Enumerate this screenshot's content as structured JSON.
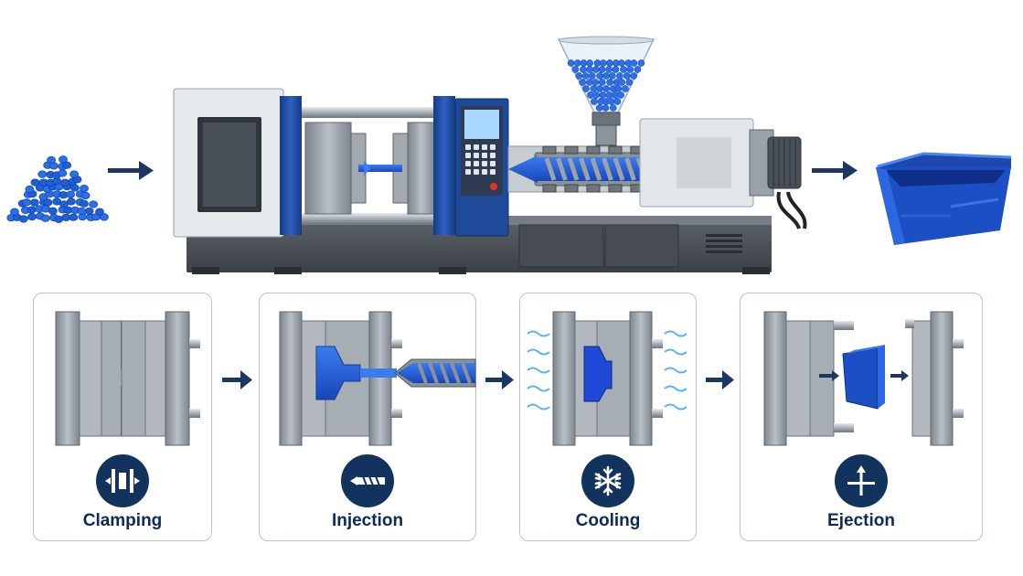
{
  "steps": [
    {
      "label": "Clamping",
      "icon": "clamp-icon"
    },
    {
      "label": "Injection",
      "icon": "injection-screw-icon"
    },
    {
      "label": "Cooling",
      "icon": "snowflake-icon"
    },
    {
      "label": "Ejection",
      "icon": "eject-icon"
    }
  ],
  "colors": {
    "navy": "#13335f",
    "machine_blue": "#1f4a99",
    "plastic_blue": "#1f5fd6",
    "steel": "#9ea6ae",
    "steel_dark": "#6f777f",
    "panel_border": "#b8c3cf"
  }
}
